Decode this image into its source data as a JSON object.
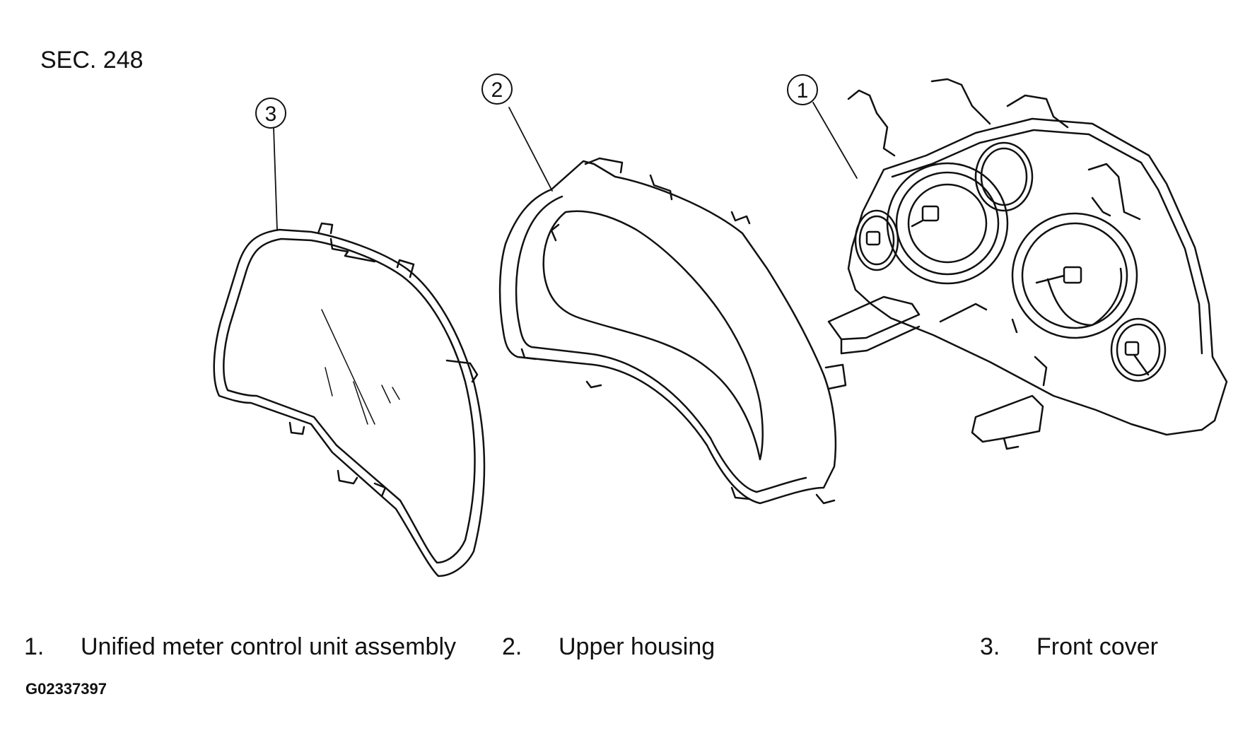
{
  "section_label": "SEC. 248",
  "figure_id": "G02337397",
  "callouts": [
    {
      "number": "1"
    },
    {
      "number": "2"
    },
    {
      "number": "3"
    }
  ],
  "legend": [
    {
      "number": "1.",
      "label": "Unified meter control unit assembly"
    },
    {
      "number": "2.",
      "label": "Upper housing"
    },
    {
      "number": "3.",
      "label": "Front cover"
    }
  ]
}
